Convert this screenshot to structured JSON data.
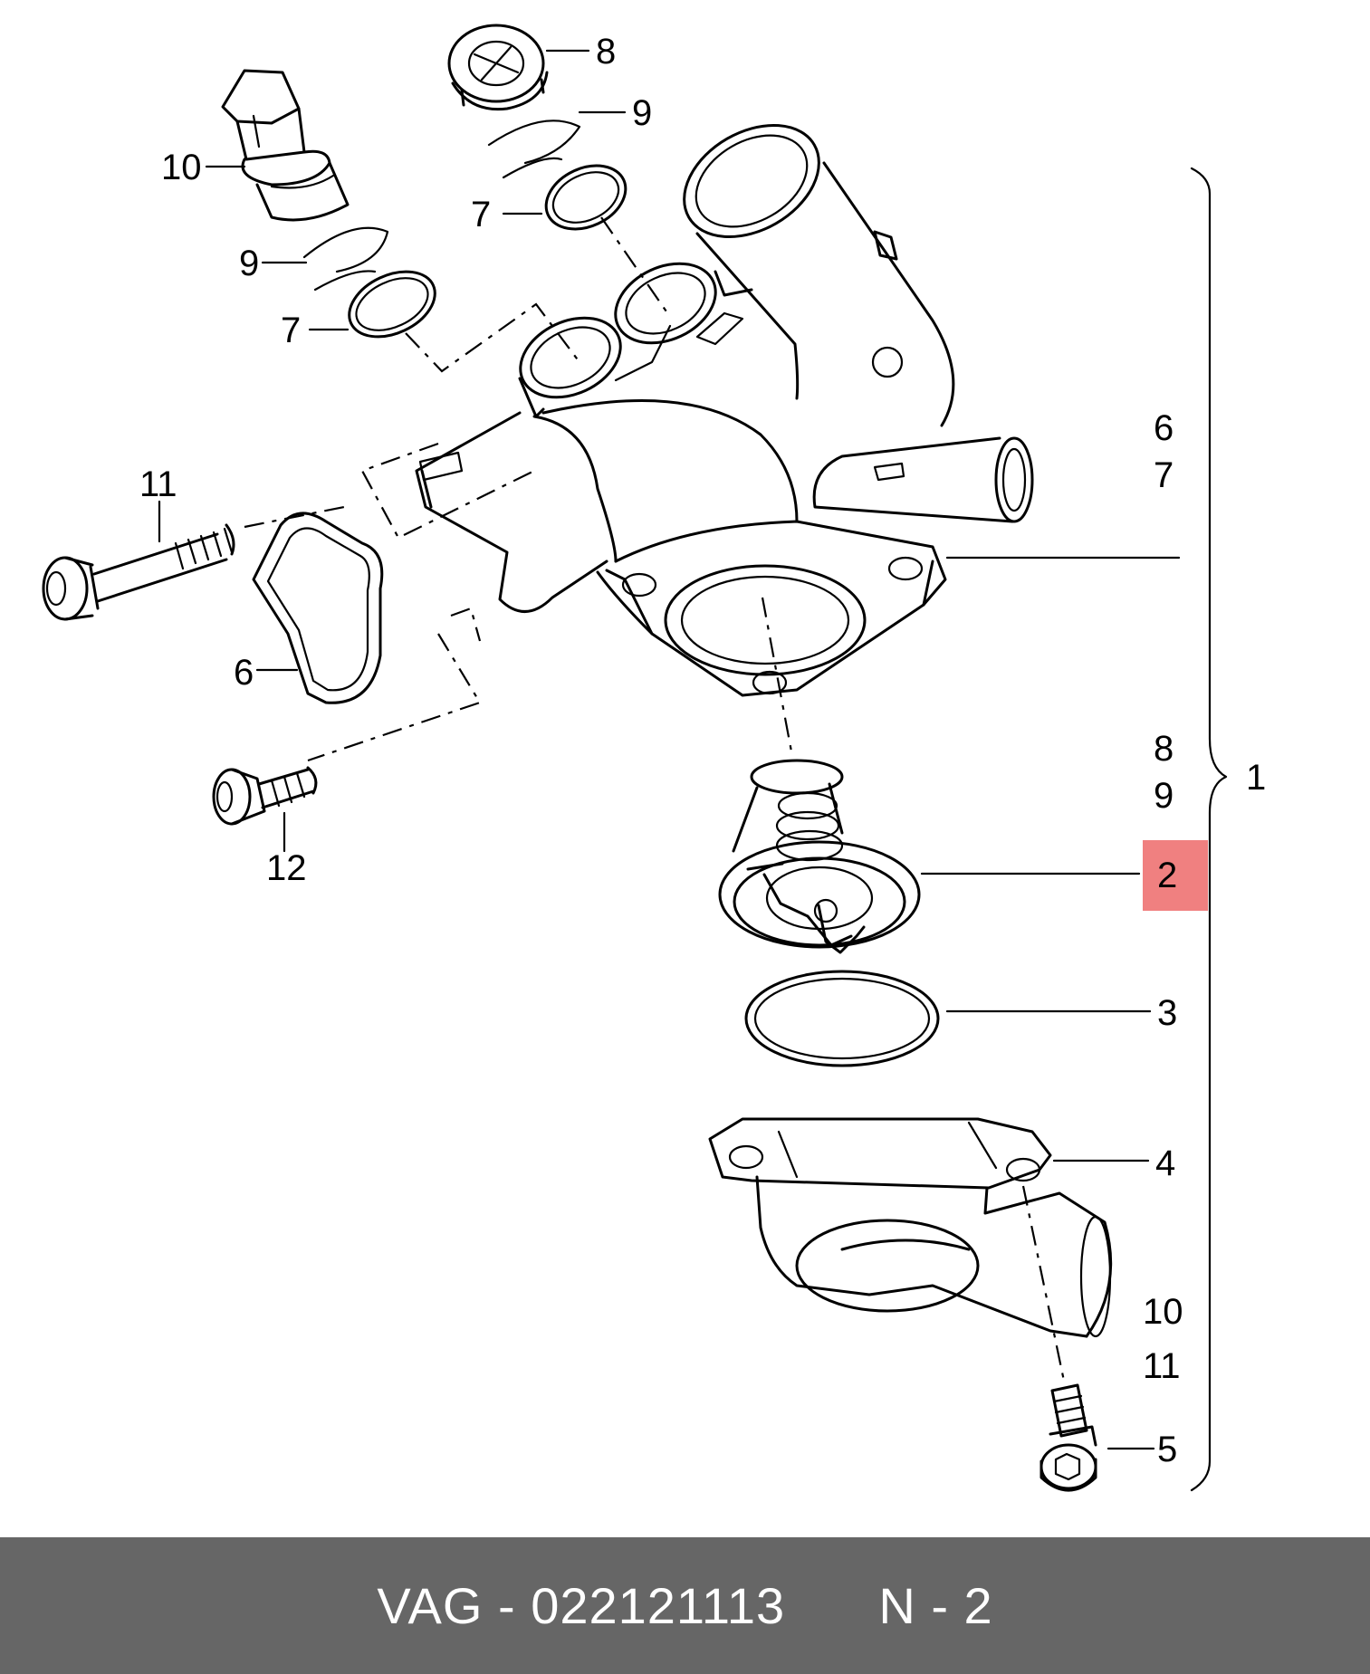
{
  "diagram": {
    "callouts": {
      "c8_top": "8",
      "c9_top": "9",
      "c10_left": "10",
      "c7_upper": "7",
      "c9_mid": "9",
      "c7_lower": "7",
      "c11_left": "11",
      "c6_left": "6",
      "c12_left": "12",
      "c6_right": "6",
      "c7_right": "7",
      "c8_right": "8",
      "c9_right": "9",
      "c1_bracket": "1",
      "c2_highlight": "2",
      "c3": "3",
      "c4": "4",
      "c10_right": "10",
      "c11_right": "11",
      "c5": "5"
    },
    "highlight_color": "#f08080"
  },
  "footer": {
    "brand": "VAG",
    "separator": "-",
    "part_number": "022121113",
    "position_label": "N - 2"
  }
}
